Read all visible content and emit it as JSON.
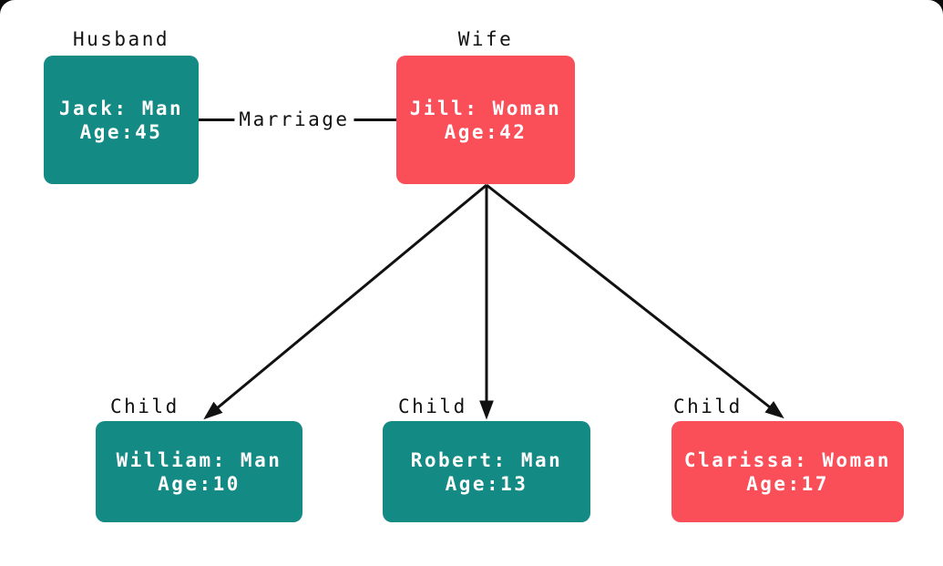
{
  "diagram": {
    "colors": {
      "man_node": "#148A85",
      "woman_node": "#FA4E58",
      "edge": "#111111",
      "node_text": "#ffffff",
      "label_text": "#111111",
      "canvas_background": "#ffffff"
    },
    "nodes": [
      {
        "id": "jack",
        "role_label": "Husband",
        "line1": "Jack: Man",
        "line2": "Age:45",
        "color": "man"
      },
      {
        "id": "jill",
        "role_label": "Wife",
        "line1": "Jill: Woman",
        "line2": "Age:42",
        "color": "woman"
      },
      {
        "id": "william",
        "role_label": "Child",
        "line1": "William: Man",
        "line2": "Age:10",
        "color": "man"
      },
      {
        "id": "robert",
        "role_label": "Child",
        "line1": "Robert: Man",
        "line2": "Age:13",
        "color": "man"
      },
      {
        "id": "clarissa",
        "role_label": "Child",
        "line1": "Clarissa: Woman",
        "line2": "Age:17",
        "color": "woman"
      }
    ],
    "edges": [
      {
        "from": "jack",
        "to": "jill",
        "label": "Marriage",
        "directed": false
      },
      {
        "from": "jill",
        "to": "william",
        "label": "",
        "directed": true
      },
      {
        "from": "jill",
        "to": "robert",
        "label": "",
        "directed": true
      },
      {
        "from": "jill",
        "to": "clarissa",
        "label": "",
        "directed": true
      }
    ]
  }
}
